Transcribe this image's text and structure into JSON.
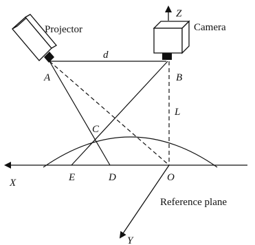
{
  "labels": {
    "projector": "Projector",
    "camera": "Camera",
    "reference_plane": "Reference plane",
    "d": "d",
    "A": "A",
    "B": "B",
    "C": "C",
    "L": "L",
    "X": "X",
    "E": "E",
    "D": "D",
    "O": "O",
    "Z": "Z",
    "Y": "Y"
  },
  "colors": {
    "ink": "#111111"
  }
}
